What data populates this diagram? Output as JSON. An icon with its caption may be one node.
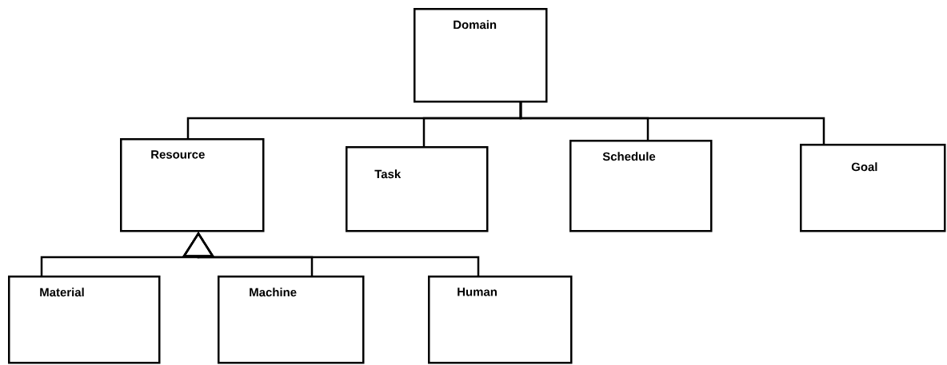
{
  "diagram": {
    "nodes": [
      {
        "text": [
          "Domain"
        ]
      },
      {
        "text": [
          "Resource"
        ]
      },
      {
        "text": [
          "Task"
        ]
      },
      {
        "text": [
          "Schedule"
        ]
      },
      {
        "text": [
          "Goal"
        ]
      },
      {
        "text": [
          "Material"
        ]
      },
      {
        "text": [
          "Machine"
        ]
      },
      {
        "text": [
          "Human"
        ]
      }
    ],
    "edges": [
      {
        "from": 0,
        "to": 1,
        "arrow": "none"
      },
      {
        "from": 0,
        "to": 2,
        "arrow": "none"
      },
      {
        "from": 0,
        "to": 3,
        "arrow": "none"
      },
      {
        "from": 0,
        "to": 4,
        "arrow": "none"
      },
      {
        "from": 5,
        "to": 1,
        "arrow": "to"
      },
      {
        "from": 6,
        "to": 1,
        "arrow": "to"
      },
      {
        "from": 7,
        "to": 1,
        "arrow": "to"
      }
    ]
  }
}
